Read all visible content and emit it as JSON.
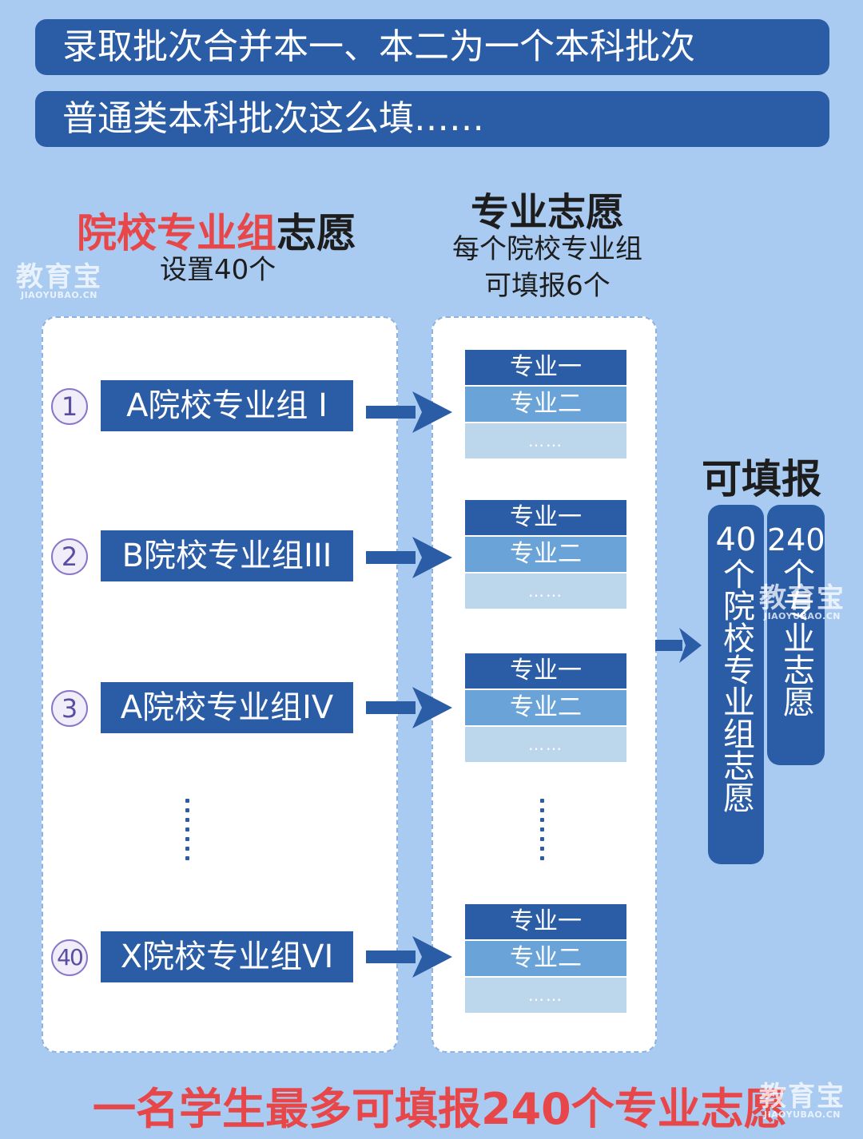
{
  "banners": {
    "line1": "录取批次合并本一、本二为一个本科批次",
    "line2": "普通类本科批次这么填……"
  },
  "watermark": {
    "brand": "教育宝",
    "domain": "JIAOYUBAO.CN"
  },
  "left_column": {
    "heading_red": "院校专业组",
    "heading_dark": "志愿",
    "subheading": "设置40个",
    "items": [
      {
        "number": "1",
        "label": "A院校专业组 I"
      },
      {
        "number": "2",
        "label": "B院校专业组III"
      },
      {
        "number": "3",
        "label": "A院校专业组IV"
      },
      {
        "number": "40",
        "label": "X院校专业组VI"
      }
    ]
  },
  "middle_column": {
    "heading": "专业志愿",
    "sub_line1": "每个院校专业组",
    "sub_line2": "可填报6个",
    "row1": "专业一",
    "row2": "专业二",
    "row3": "……"
  },
  "right_column": {
    "title": "可填报",
    "pill_groups_number": "40",
    "pill_groups_text": "个院校专业组志愿",
    "pill_majors_number": "240",
    "pill_majors_text": "个专业志愿"
  },
  "footer": "一名学生最多可填报240个专业志愿",
  "colors": {
    "background": "#a9cbf1",
    "navy": "#2b5ca6",
    "mid_blue": "#6aa3d8",
    "light_blue": "#bcd6ec",
    "red": "#e8474a"
  }
}
